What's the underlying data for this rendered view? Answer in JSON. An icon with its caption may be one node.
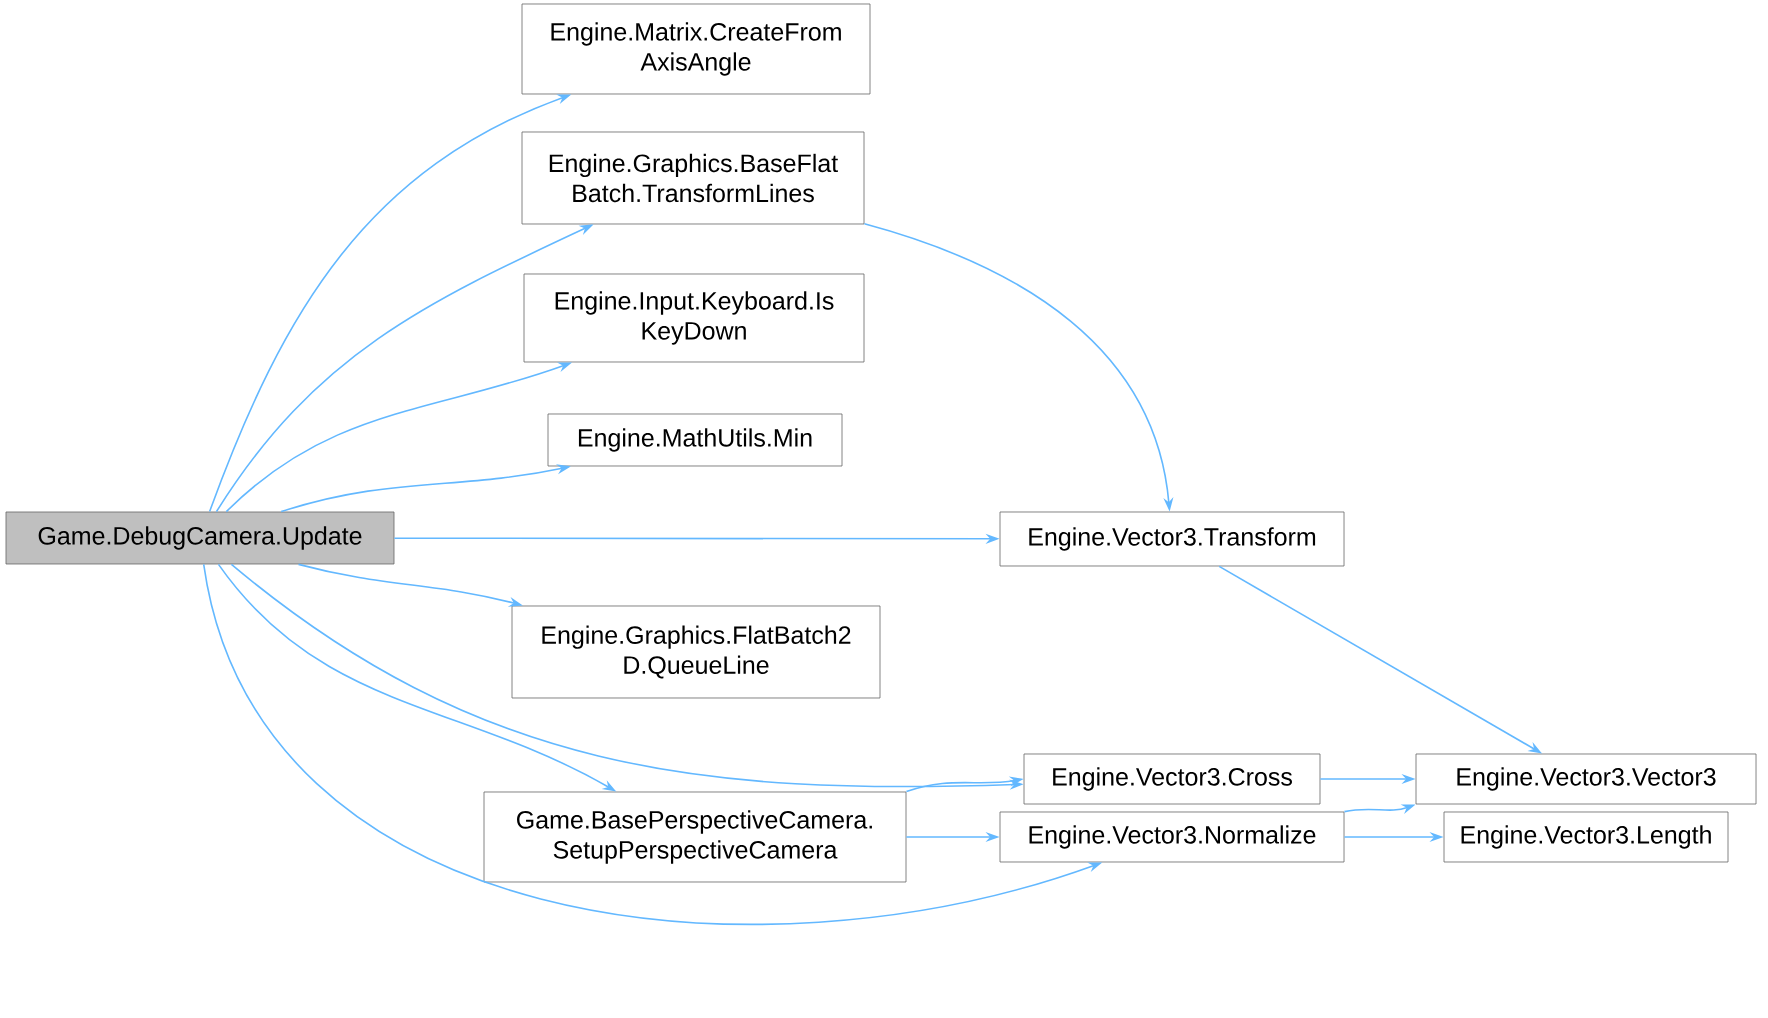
{
  "diagram": {
    "nodes": [
      {
        "text": [
          "Game.DebugCamera.Update"
        ]
      },
      {
        "text": [
          "Engine.Matrix.CreateFrom AxisAngle"
        ]
      },
      {
        "text": [
          "Engine.Graphics.BaseFlat Batch.TransformLines"
        ]
      },
      {
        "text": [
          "Engine.Input.Keyboard.Is KeyDown"
        ]
      },
      {
        "text": [
          "Engine.MathUtils.Min"
        ]
      },
      {
        "text": [
          "Engine.Graphics.FlatBatch2 D.QueueLine"
        ]
      },
      {
        "text": [
          "Game.BasePerspectiveCamera. SetupPerspectiveCamera"
        ]
      },
      {
        "text": [
          "Engine.Vector3.Transform"
        ]
      },
      {
        "text": [
          "Engine.Vector3.Cross"
        ]
      },
      {
        "text": [
          "Engine.Vector3.Normalize"
        ]
      },
      {
        "text": [
          "Engine.Vector3.Vector3"
        ]
      },
      {
        "text": [
          "Engine.Vector3.Length"
        ]
      }
    ],
    "edges": [
      {
        "from": 0,
        "to": 1,
        "arrow": "to"
      },
      {
        "from": 0,
        "to": 2,
        "arrow": "to"
      },
      {
        "from": 0,
        "to": 3,
        "arrow": "to"
      },
      {
        "from": 0,
        "to": 4,
        "arrow": "to"
      },
      {
        "from": 0,
        "to": 7,
        "arrow": "to"
      },
      {
        "from": 0,
        "to": 5,
        "arrow": "to"
      },
      {
        "from": 0,
        "to": 8,
        "arrow": "to"
      },
      {
        "from": 0,
        "to": 6,
        "arrow": "to"
      },
      {
        "from": 0,
        "to": 9,
        "arrow": "to"
      },
      {
        "from": 2,
        "to": 7,
        "arrow": "to"
      },
      {
        "from": 7,
        "to": 10,
        "arrow": "to"
      },
      {
        "from": 8,
        "to": 10,
        "arrow": "to"
      },
      {
        "from": 6,
        "to": 8,
        "arrow": "to"
      },
      {
        "from": 6,
        "to": 9,
        "arrow": "to"
      },
      {
        "from": 9,
        "to": 10,
        "arrow": "to"
      },
      {
        "from": 9,
        "to": 11,
        "arrow": "to"
      }
    ]
  }
}
